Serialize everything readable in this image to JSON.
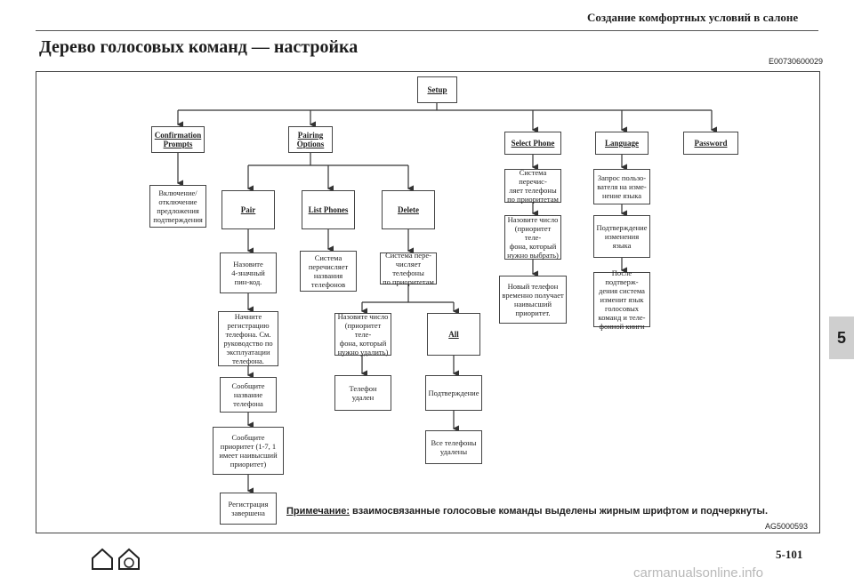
{
  "header": {
    "title": "Создание комфортных условий в салоне"
  },
  "page_heading": "Дерево голосовых команд — настройка",
  "code": "E00730600029",
  "tree": {
    "setup": "Setup",
    "confirmation_prompts": "Confirmation\nPrompts",
    "pairing_options": "Pairing\nOptions",
    "select_phone": "Select Phone",
    "language": "Language",
    "password": "Password",
    "confirm_toggle": "Включение/\nотключение\nпредложения\nподтверждения",
    "pair": "Pair",
    "list_phones": "List Phones",
    "delete": "Delete",
    "pair_step1": "Назовите\n4-значный\nпин-код.",
    "pair_step2": "Начните\nрегистрацию\nтелефона. См.\nруководство по\nэксплуатации\nтелефона.",
    "pair_step3": "Сообщите\nназвание\nтелефона",
    "pair_step4": "Сообщите\nприоритет (1-7, 1\nимеет наивысший\nприоритет)",
    "pair_step5": "Регистрация\nзавершена",
    "list_step1": "Система\nперечисляет\nназвания\nтелефонов",
    "delete_step1": "Система пере-\nчисляет телефоны\nпо приоритетам",
    "delete_step2": "Назовите число\n(приоритет теле-\nфона, который\nнужно удалить)",
    "delete_all": "All",
    "delete_step3": "Телефон\nудален",
    "delete_all_step1": "Подтверждение",
    "delete_all_step2": "Все телефоны\nудалены",
    "select_step1": "Система перечис-\nляет телефоны\nпо приоритетам",
    "select_step2": "Назовите число\n(приоритет теле-\nфона, который\nнужно выбрать)",
    "select_step3": "Новый телефон\nвременно получает\nнаивысший\nприоритет.",
    "lang_step1": "Запрос пользо-\nвателя на изме-\nнение языка",
    "lang_step2": "Подтверждение\nизменения\nязыка",
    "lang_step3": "После подтверж-\nдения система\nизменит язык\nголосовых\nкоманд и теле-\nфонной книги"
  },
  "note": {
    "label": "Примечание:",
    "text": "взаимосвязанные голосовые команды выделены жирным шрифтом и подчеркнуты."
  },
  "figure_id": "AG5000593",
  "chapter_tab": "5",
  "page_number": "5-101",
  "watermark": "carmanualsonline.info"
}
